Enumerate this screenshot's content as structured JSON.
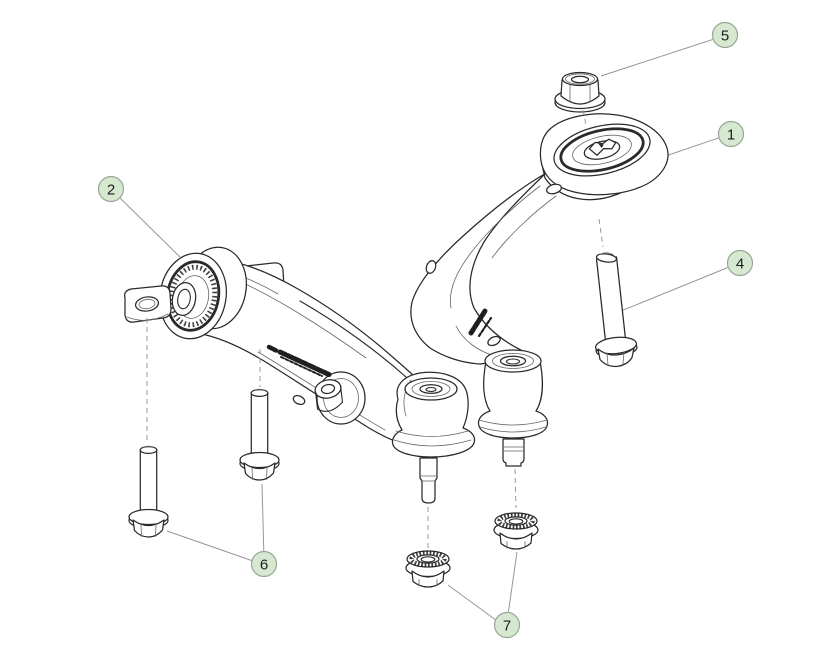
{
  "colors": {
    "outline": "#2a2a2a",
    "detail_line": "#666666",
    "marking": "#1f1f1f",
    "leader_line": "#979797",
    "dashed_line": "#9a9a9a",
    "callout_fill": "#d6e9d0",
    "callout_stroke": "#97a795",
    "callout_text": "#1d1d1d"
  },
  "callouts": [
    {
      "label": "1"
    },
    {
      "label": "2"
    },
    {
      "label": "4"
    },
    {
      "label": "5"
    },
    {
      "label": "6"
    },
    {
      "label": "7"
    }
  ]
}
